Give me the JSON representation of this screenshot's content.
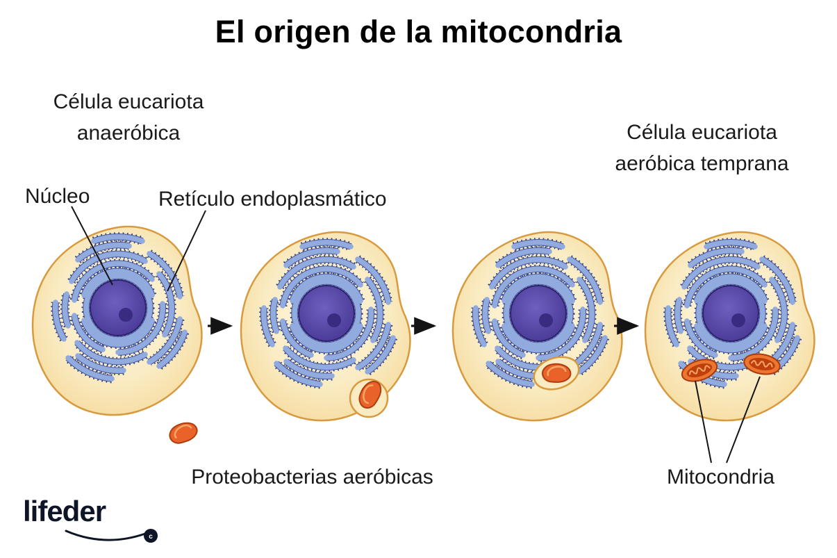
{
  "title": "El origen de la mitocondria",
  "stage_labels": {
    "anaerobic": {
      "line1": "Célula eucariota",
      "line2": "anaeróbica"
    },
    "aerobic": {
      "line1": "Célula eucariota",
      "line2": "aeróbica temprana"
    }
  },
  "callouts": {
    "nucleus": "Núcleo",
    "endoplasmic_reticulum": "Retículo endoplasmático",
    "proteobacteria": "Proteobacterias aeróbicas",
    "mitochondria": "Mitocondria"
  },
  "logo": {
    "brand": "lifeder",
    "badge": "c"
  },
  "colors": {
    "background": "#ffffff",
    "cell_fill": "#F8E3AC",
    "cell_outline": "#D89A3E",
    "er_band": "#92ABDF",
    "er_dots": "#2F3F80",
    "nucleus_fill": "#5546A5",
    "nucleolus": "#392B80",
    "organelle_orange": "#E8622A",
    "organelle_outline": "#AD3E0E",
    "line_color": "#141414"
  }
}
